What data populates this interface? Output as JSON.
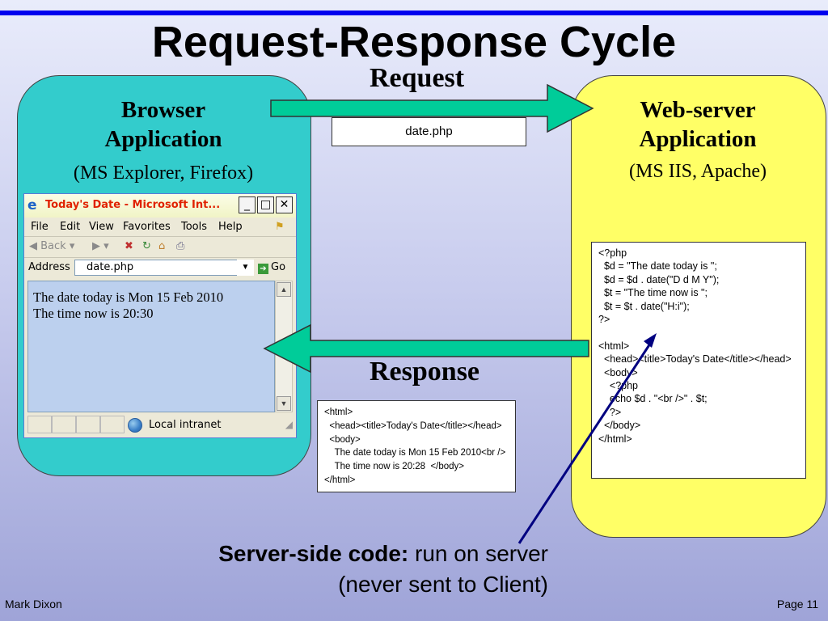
{
  "slide": {
    "title": "Request-Response Cycle",
    "author": "Mark Dixon",
    "page": "Page 11"
  },
  "colors": {
    "top_bar": "#0000ee",
    "browser_panel": "#33cccc",
    "server_panel": "#ffff66",
    "arrow_fill": "#00cc99",
    "pointer_line": "#000080",
    "window_title_text": "#e02200"
  },
  "request": {
    "label": "Request",
    "url": "date.php"
  },
  "response": {
    "label": "Response",
    "code_lines": [
      "<html>",
      "  <head><title>Today's Date</title></head>",
      "  <body>",
      "    The date today is Mon 15 Feb 2010<br />",
      "    The time now is 20:28  </body>",
      "</html>"
    ]
  },
  "browser_panel": {
    "heading_line1": "Browser",
    "heading_line2": "Application",
    "subheading": "(MS Explorer, Firefox)"
  },
  "server_panel": {
    "heading_line1": "Web-server",
    "heading_line2": "Application",
    "subheading": "(MS IIS, Apache)",
    "code_lines": [
      "<?php",
      "  $d = \"The date today is \";",
      "  $d = $d . date(\"D d M Y\");",
      "  $t = \"The time now is \";",
      "  $t = $t . date(\"H:i\");",
      "?>",
      "",
      "<html>",
      "  <head><title>Today's Date</title></head>",
      "  <body>",
      "    <?php",
      "    echo $d . \"<br />\" . $t;",
      "    ?>",
      "  </body>",
      "</html>"
    ]
  },
  "browser_window": {
    "icon": "ie-icon",
    "title": "Today's Date - Microsoft Int...",
    "controls": {
      "minimize": "_",
      "maximize": "□",
      "close": "✕"
    },
    "menu": [
      "File",
      "Edit",
      "View",
      "Favorites",
      "Tools",
      "Help"
    ],
    "toolbar": {
      "back_label": "Back"
    },
    "address": {
      "label": "Address",
      "value": "date.php",
      "go_label": "Go"
    },
    "content_lines": [
      "The date today is Mon 15 Feb 2010",
      "The time now is 20:30"
    ],
    "status": "Local intranet"
  },
  "annotation": {
    "bold": "Server-side code:",
    "rest": " run on server",
    "line2": "(never sent to Client)"
  }
}
